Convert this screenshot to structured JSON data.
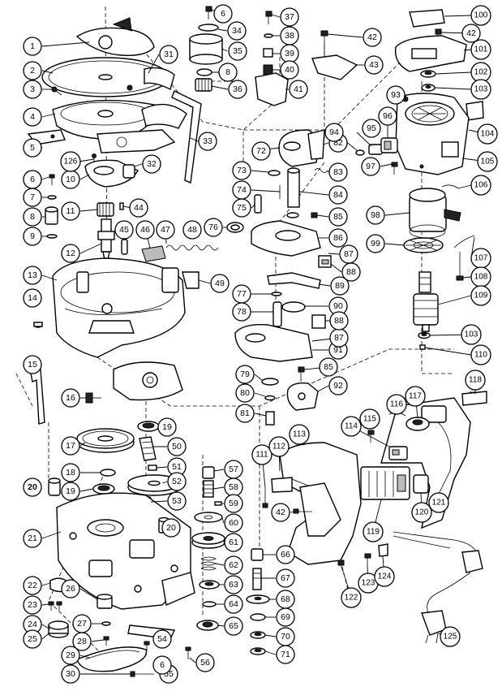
{
  "diagram": {
    "labels": [
      "1",
      "2",
      "3",
      "4",
      "5",
      "6",
      "7",
      "8",
      "9",
      "10",
      "11",
      "12",
      "13",
      "14",
      "15",
      "16",
      "17",
      "18",
      "19",
      "20",
      "21",
      "22",
      "23",
      "24",
      "25",
      "26",
      "27",
      "28",
      "29",
      "30",
      "31",
      "32",
      "33",
      "34",
      "35",
      "36",
      "37",
      "38",
      "39",
      "40",
      "41",
      "42",
      "43",
      "44",
      "45",
      "46",
      "47",
      "48",
      "49",
      "50",
      "51",
      "52",
      "53",
      "54",
      "55",
      "56",
      "57",
      "58",
      "59",
      "60",
      "61",
      "62",
      "63",
      "64",
      "65",
      "66",
      "67",
      "68",
      "69",
      "70",
      "71",
      "72",
      "73",
      "74",
      "75",
      "76",
      "77",
      "78",
      "79",
      "80",
      "81",
      "82",
      "83",
      "84",
      "85",
      "86",
      "87",
      "88",
      "89",
      "90",
      "91",
      "92",
      "93",
      "94",
      "95",
      "96",
      "97",
      "98",
      "99",
      "100",
      "101",
      "102",
      "103",
      "104",
      "105",
      "106",
      "107",
      "108",
      "109",
      "110",
      "111",
      "112",
      "113",
      "114",
      "115",
      "116",
      "117",
      "118",
      "119",
      "120",
      "121",
      "122",
      "123",
      "124",
      "125",
      "126"
    ]
  }
}
